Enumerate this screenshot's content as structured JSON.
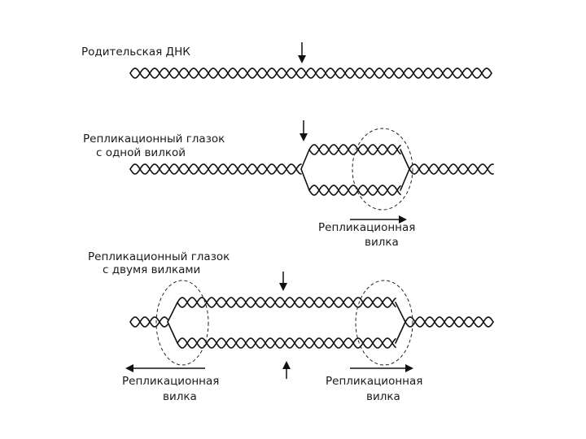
{
  "colors": {
    "ink": "#111111",
    "background": "#ffffff"
  },
  "panel1": {
    "label": "Родительская ДНК"
  },
  "panel2": {
    "label_line1": "Репликационный глазок",
    "label_line2": "с одной вилкой",
    "fork_line1": "Репликационная",
    "fork_line2": "вилка"
  },
  "panel3": {
    "label_line1": "Репликационный глазок",
    "label_line2": "с двумя вилками",
    "left_fork_line1": "Репликационная",
    "left_fork_line2": "вилка",
    "right_fork_line1": "Репликационная",
    "right_fork_line2": "вилка"
  }
}
